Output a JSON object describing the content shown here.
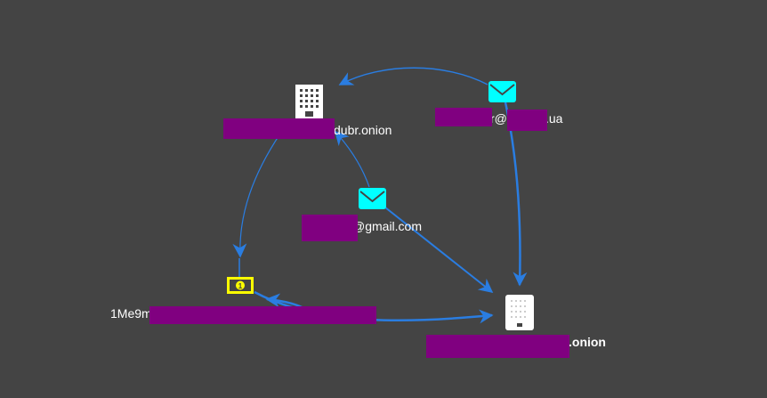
{
  "colors": {
    "background": "#444444",
    "edge": "#2a7de1",
    "email_icon": "#00ffff",
    "bitcoin_icon": "#ffff00",
    "redaction": "#800080",
    "label": "#ffffff"
  },
  "nodes": {
    "building_onion": {
      "icon": "office-building-icon",
      "label": "dubr.onion"
    },
    "email_ua": {
      "icon": "envelope-icon",
      "label": "r@s",
      "label_tail": ".ua"
    },
    "email_gmail": {
      "icon": "envelope-icon",
      "label": "@gmail.com"
    },
    "bitcoin_address": {
      "icon": "banknote-icon",
      "label": "1Me9m"
    },
    "server_onion": {
      "icon": "server-icon",
      "label": ".onion"
    }
  }
}
